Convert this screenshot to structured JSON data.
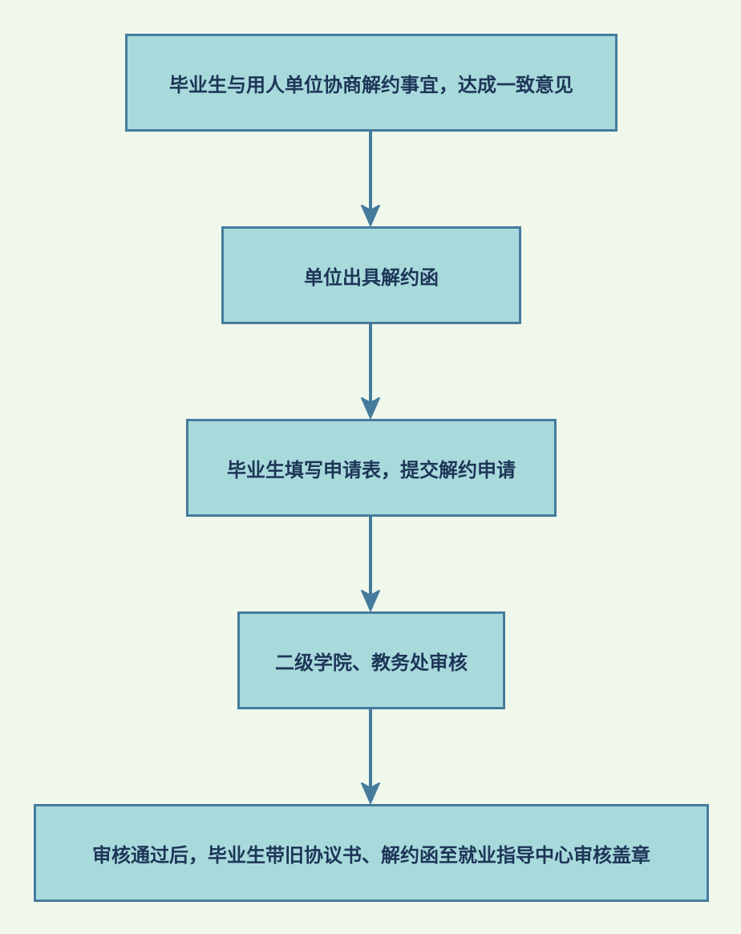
{
  "flowchart": {
    "steps": [
      {
        "label": "毕业生与用人单位协商解约事宜，达成一致意见"
      },
      {
        "label": "单位出具解约函"
      },
      {
        "label": "毕业生填写申请表，提交解约申请"
      },
      {
        "label": "二级学院、教务处审核"
      },
      {
        "label": "审核通过后，毕业生带旧协议书、解约函至就业指导中心审核盖章"
      }
    ]
  },
  "colors": {
    "background": "#f0f8ec",
    "box_fill": "#a8dadc",
    "box_border": "#457b9d",
    "text": "#1d3557",
    "arrow": "#457b9d"
  }
}
